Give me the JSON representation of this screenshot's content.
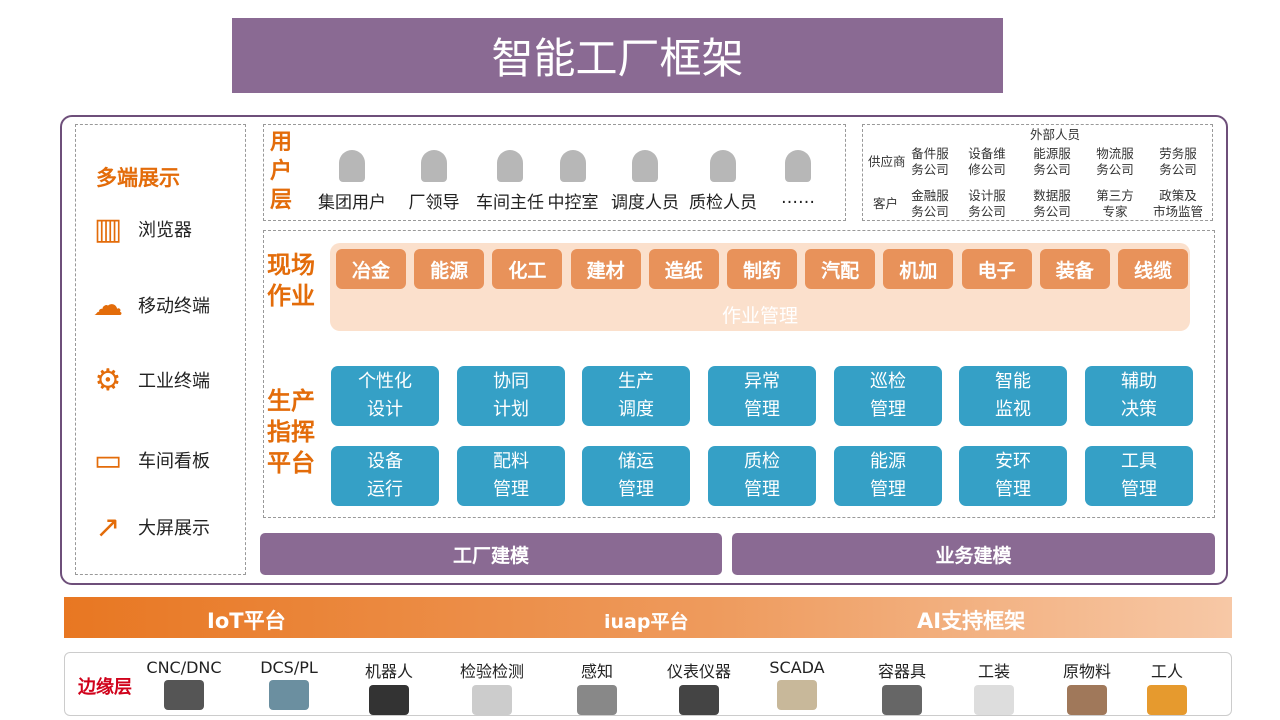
{
  "title": "智能工厂框架",
  "left_panel": {
    "heading": "多端展示",
    "items": [
      {
        "label": "浏览器",
        "icon": "browser-monitor-icon"
      },
      {
        "label": "移动终端",
        "icon": "mobile-cloud-icon"
      },
      {
        "label": "工业终端",
        "icon": "gear-icon"
      },
      {
        "label": "车间看板",
        "icon": "board-icon"
      },
      {
        "label": "大屏展示",
        "icon": "chart-trend-icon"
      }
    ]
  },
  "user_layer": {
    "heading": "用户层",
    "users": [
      "集团用户",
      "厂领导",
      "车间主任",
      "中控室",
      "调度人员",
      "质检人员",
      "……"
    ]
  },
  "external": {
    "heading": "外部人员",
    "supplier_label": "供应商",
    "suppliers": [
      [
        "备件服",
        "务公司"
      ],
      [
        "设备维",
        "修公司"
      ],
      [
        "能源服",
        "务公司"
      ],
      [
        "物流服",
        "务公司"
      ],
      [
        "劳务服",
        "务公司"
      ]
    ],
    "customer_label": "客户",
    "customers": [
      [
        "金融服",
        "务公司"
      ],
      [
        "设计服",
        "务公司"
      ],
      [
        "数据服",
        "务公司"
      ],
      [
        "第三方",
        "专家"
      ],
      [
        "政策及",
        "市场监管"
      ]
    ]
  },
  "field": {
    "heading": [
      "现场",
      "作业"
    ],
    "industries": [
      "冶金",
      "能源",
      "化工",
      "建材",
      "造纸",
      "制药",
      "汽配",
      "机加",
      "电子",
      "装备",
      "线缆"
    ],
    "caption": "作业管理"
  },
  "production": {
    "heading": [
      "生产",
      "指挥",
      "平台"
    ],
    "row1": [
      [
        "个性化",
        "设计"
      ],
      [
        "协同",
        "计划"
      ],
      [
        "生产",
        "调度"
      ],
      [
        "异常",
        "管理"
      ],
      [
        "巡检",
        "管理"
      ],
      [
        "智能",
        "监视"
      ],
      [
        "辅助",
        "决策"
      ]
    ],
    "row2": [
      [
        "设备",
        "运行"
      ],
      [
        "配料",
        "管理"
      ],
      [
        "储运",
        "管理"
      ],
      [
        "质检",
        "管理"
      ],
      [
        "能源",
        "管理"
      ],
      [
        "安环",
        "管理"
      ],
      [
        "工具",
        "管理"
      ]
    ]
  },
  "modeling": [
    "工厂建模",
    "业务建模"
  ],
  "platform": [
    "IoT平台",
    "iuap平台",
    "AI支持框架"
  ],
  "edge": {
    "heading": "边缘层",
    "items": [
      "CNC/DNC",
      "DCS/PL",
      "机器人",
      "检验检测",
      "感知",
      "仪表仪器",
      "SCADA",
      "容器具",
      "工装",
      "原物料",
      "工人"
    ]
  },
  "colors": {
    "purple": "#8a6a93",
    "orange": "#e36c0a",
    "blue": "#35a0c6"
  }
}
